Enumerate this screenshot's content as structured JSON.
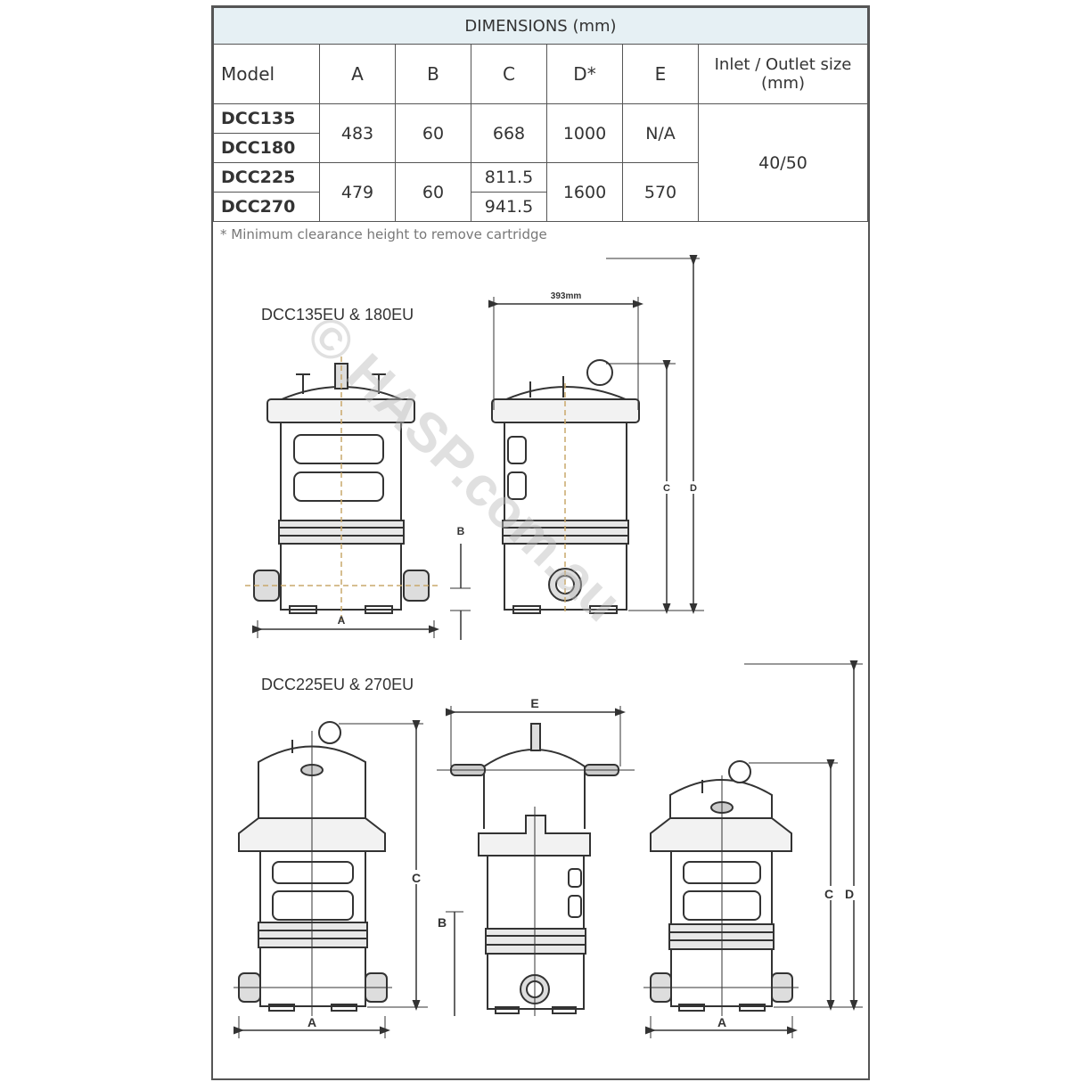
{
  "table": {
    "title": "DIMENSIONS (mm)",
    "headers": [
      "Model",
      "A",
      "B",
      "C",
      "D*",
      "E",
      "Inlet / Outlet size (mm)"
    ],
    "rows": [
      {
        "model": "DCC135",
        "A": "483",
        "B": "60",
        "C": "668",
        "D": "1000",
        "E": "N/A"
      },
      {
        "model": "DCC180"
      },
      {
        "model": "DCC225",
        "A": "479",
        "B": "60",
        "C": "811.5",
        "D": "1600",
        "E": "570"
      },
      {
        "model": "DCC270",
        "C": "941.5"
      }
    ],
    "inlet_outlet": "40/50"
  },
  "note": "* Minimum clearance height to remove cartridge",
  "diagrams": {
    "group1_label": "DCC135EU & 180EU",
    "group2_label": "DCC225EU & 270EU",
    "dim_393": "393mm",
    "letters": {
      "a": "A",
      "b": "B",
      "c": "C",
      "d": "D",
      "e": "E"
    }
  },
  "watermark": "© HASP.com.au"
}
